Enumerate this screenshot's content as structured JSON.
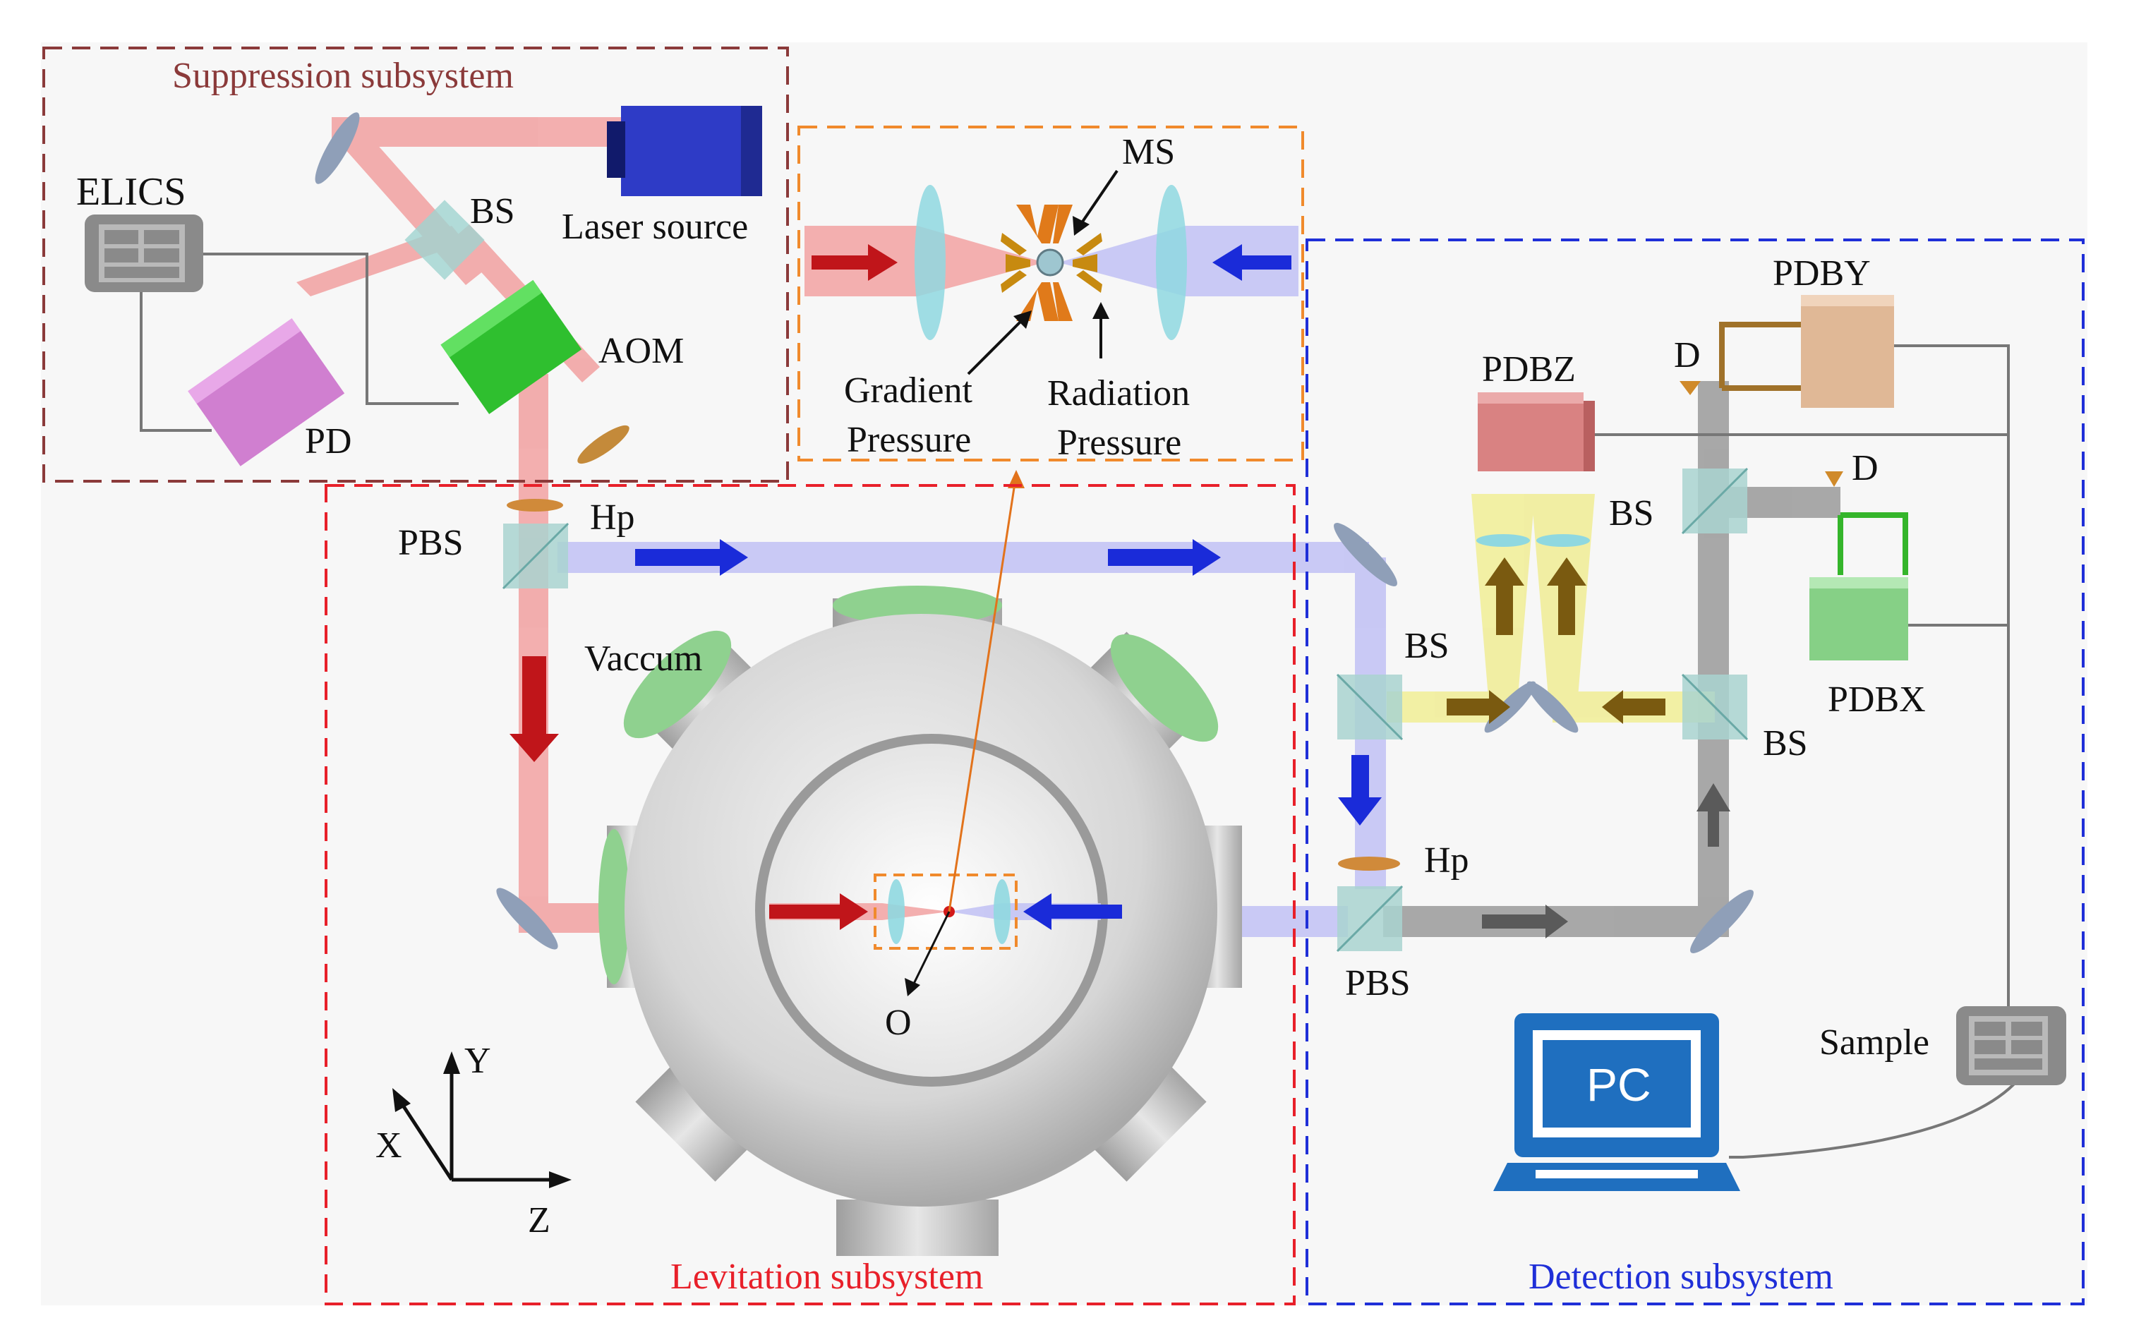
{
  "subsystems": {
    "suppression": "Suppression  subsystem",
    "levitation": "Levitation subsystem",
    "detection": "Detection subsystem"
  },
  "labels": {
    "elics": "ELICS",
    "bs_top": "BS",
    "laser_source": "Laser source",
    "aom": "AOM",
    "pd": "PD",
    "pbs_left": "PBS",
    "hp_left": "Hp",
    "vaccum": "Vaccum",
    "ms": "MS",
    "gradient_l1": "Gradient",
    "gradient_l2": "Pressure",
    "radiation_l1": "Radiation",
    "radiation_l2": "Pressure",
    "o": "O",
    "axis_y": "Y",
    "axis_x": "X",
    "axis_z": "Z",
    "pdby": "PDBY",
    "d_top": "D",
    "pdbz": "PDBZ",
    "d_right": "D",
    "bs_det_upper": "BS",
    "bs_det_left": "BS",
    "pdbx": "PDBX",
    "bs_det_right": "BS",
    "hp_right": "Hp",
    "pbs_right": "PBS",
    "sample": "Sample",
    "pc": "PC"
  },
  "colors": {
    "suppression_box": "#8b3a3a",
    "levitation_box": "#e8202a",
    "detection_box": "#1f2fd8",
    "inset_box": "#f08a2c",
    "red_beam": "#f2a6a6",
    "blue_beam": "#b9b9f2",
    "yellow_beam": "#f1ee9a",
    "gray_beam": "#8a8a8a",
    "arrow_red": "#c0151a",
    "arrow_blue": "#1a2bd9",
    "arrow_brown": "#7a5a10",
    "pc_blue": "#1f6fbf"
  }
}
